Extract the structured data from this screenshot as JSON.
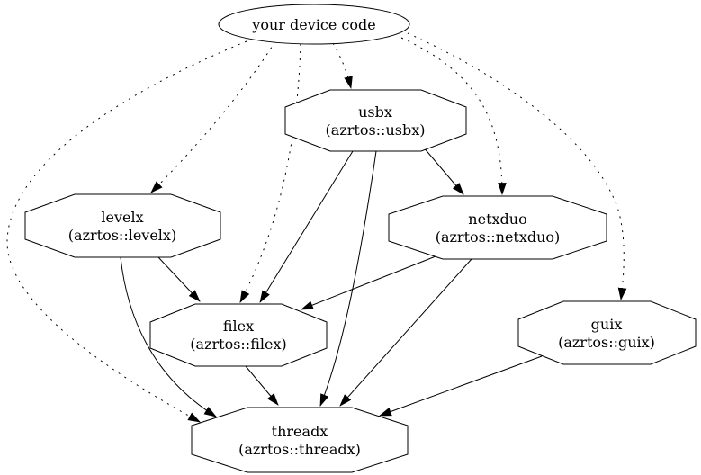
{
  "diagram": {
    "background": "#ffffff",
    "stroke_color": "#000000",
    "root": {
      "id": "device",
      "label": "your device code",
      "shape": "ellipse"
    },
    "nodes": [
      {
        "id": "usbx",
        "label": "usbx",
        "sublabel": "(azrtos::usbx)",
        "shape": "octagon"
      },
      {
        "id": "levelx",
        "label": "levelx",
        "sublabel": "(azrtos::levelx)",
        "shape": "octagon"
      },
      {
        "id": "netxduo",
        "label": "netxduo",
        "sublabel": "(azrtos::netxduo)",
        "shape": "octagon"
      },
      {
        "id": "filex",
        "label": "filex",
        "sublabel": "(azrtos::filex)",
        "shape": "octagon"
      },
      {
        "id": "guix",
        "label": "guix",
        "sublabel": "(azrtos::guix)",
        "shape": "octagon"
      },
      {
        "id": "threadx",
        "label": "threadx",
        "sublabel": "(azrtos::threadx)",
        "shape": "octagon"
      }
    ],
    "edges": [
      {
        "from": "your device code",
        "to": "usbx",
        "style": "dotted"
      },
      {
        "from": "your device code",
        "to": "levelx",
        "style": "dotted"
      },
      {
        "from": "your device code",
        "to": "netxduo",
        "style": "dotted"
      },
      {
        "from": "your device code",
        "to": "filex",
        "style": "dotted"
      },
      {
        "from": "your device code",
        "to": "guix",
        "style": "dotted"
      },
      {
        "from": "your device code",
        "to": "threadx",
        "style": "dotted"
      },
      {
        "from": "usbx",
        "to": "netxduo",
        "style": "solid"
      },
      {
        "from": "usbx",
        "to": "filex",
        "style": "solid"
      },
      {
        "from": "usbx",
        "to": "threadx",
        "style": "solid"
      },
      {
        "from": "levelx",
        "to": "filex",
        "style": "solid"
      },
      {
        "from": "levelx",
        "to": "threadx",
        "style": "solid"
      },
      {
        "from": "netxduo",
        "to": "filex",
        "style": "solid"
      },
      {
        "from": "netxduo",
        "to": "threadx",
        "style": "solid"
      },
      {
        "from": "filex",
        "to": "threadx",
        "style": "solid"
      },
      {
        "from": "guix",
        "to": "threadx",
        "style": "solid"
      }
    ]
  }
}
